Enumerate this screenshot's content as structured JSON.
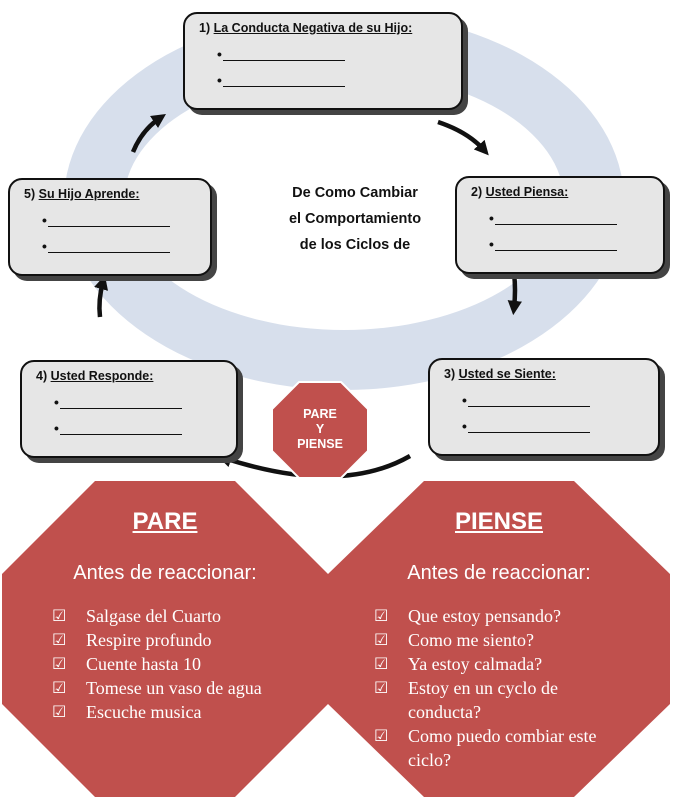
{
  "cycle": {
    "center_title": [
      "De Como Cambiar",
      "el Comportamiento",
      "de los Ciclos de"
    ],
    "boxes": [
      {
        "number": "1)",
        "title": "La Conducta Negativa de su Hijo:"
      },
      {
        "number": "2)",
        "title": "Usted Piensa:"
      },
      {
        "number": "3)",
        "title": "Usted se Siente:"
      },
      {
        "number": "4)",
        "title": "Usted Responde:"
      },
      {
        "number": "5)",
        "title": "Su Hijo Aprende:"
      }
    ],
    "bullet": "•",
    "colors": {
      "ring": "#d7dfec",
      "box_fill": "#e6e6e6",
      "stop_red": "#c0504d"
    }
  },
  "stop_sign_small": {
    "lines": [
      "PARE",
      "Y",
      "PIENSE"
    ]
  },
  "pare": {
    "title": "PARE",
    "subtitle": "Antes de reaccionar:",
    "items": [
      "Salgase del Cuarto",
      "Respire profundo",
      "Cuente hasta 10",
      "Tomese un vaso de agua",
      "Escuche musica"
    ]
  },
  "piense": {
    "title": "PIENSE",
    "subtitle": "Antes de reaccionar:",
    "items": [
      "Que estoy pensando?",
      "Como me siento?",
      "Ya estoy calmada?",
      "Estoy en un cyclo de conducta?",
      "Como puedo combiar este ciclo?"
    ]
  },
  "check_icon": "☑"
}
